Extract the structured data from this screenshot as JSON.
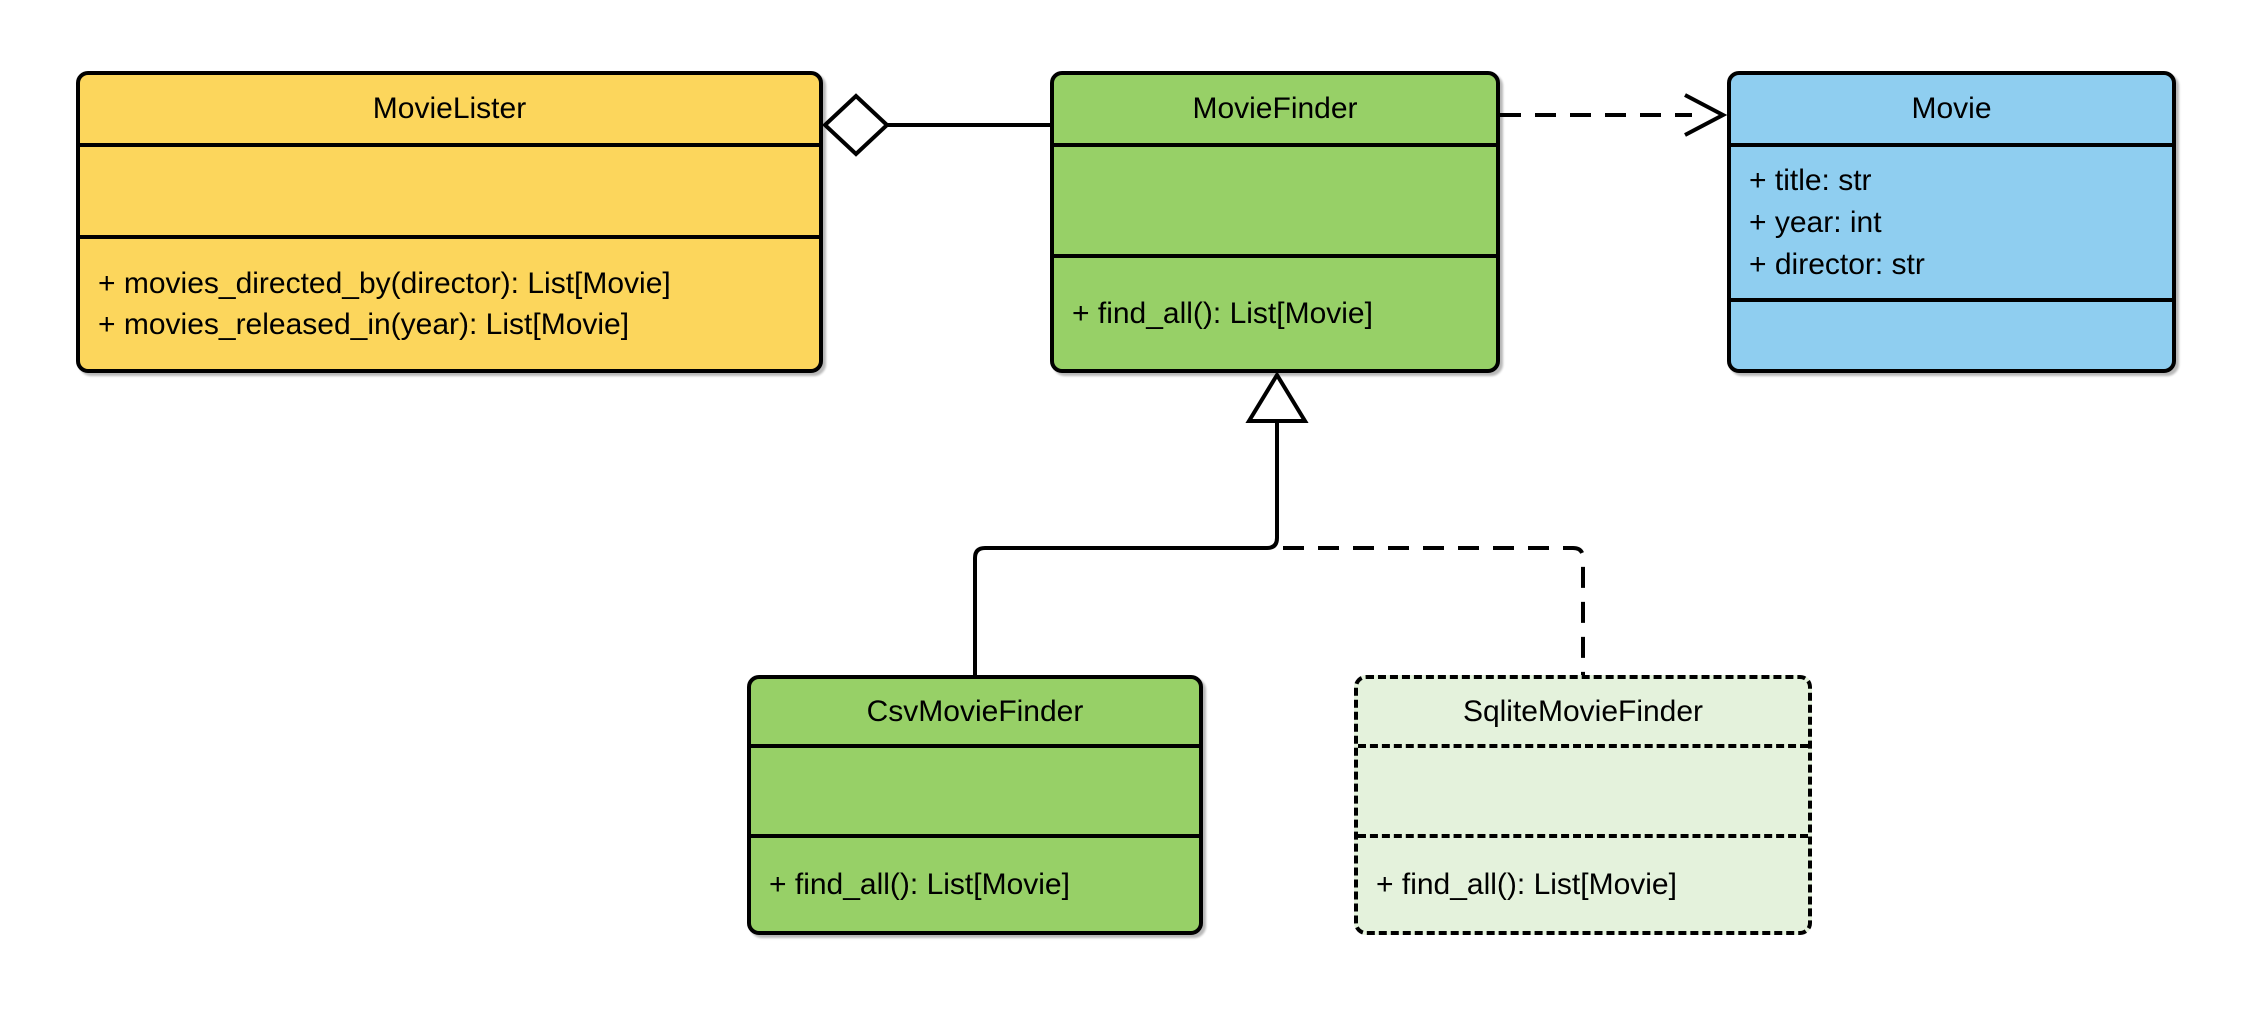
{
  "diagram": {
    "type": "uml-class-diagram",
    "background_color": "#ffffff",
    "stroke_color": "#000000",
    "classes": [
      {
        "name": "MovieLister",
        "fill_color": "#FCD65C",
        "border_style": "solid",
        "attributes": [],
        "methods": [
          "+ movies_directed_by(director): List[Movie]",
          "+ movies_released_in(year): List[Movie]"
        ]
      },
      {
        "name": "MovieFinder",
        "fill_color": "#97D067",
        "border_style": "solid",
        "attributes": [],
        "methods": [
          "+ find_all(): List[Movie]"
        ]
      },
      {
        "name": "Movie",
        "fill_color": "#8FCEF0",
        "border_style": "solid",
        "attributes": [
          "+ title: str",
          "+ year: int",
          "+ director: str"
        ],
        "methods": []
      },
      {
        "name": "CsvMovieFinder",
        "fill_color": "#97D067",
        "border_style": "solid",
        "attributes": [],
        "methods": [
          "+ find_all(): List[Movie]"
        ]
      },
      {
        "name": "SqliteMovieFinder",
        "fill_color": "#E4F2DC",
        "border_style": "dashed",
        "attributes": [],
        "methods": [
          "+ find_all(): List[Movie]"
        ]
      }
    ],
    "relationships": [
      {
        "type": "aggregation",
        "from": "MovieLister",
        "to": "MovieFinder",
        "line": "solid",
        "marker": "hollow-diamond"
      },
      {
        "type": "dependency",
        "from": "MovieFinder",
        "to": "Movie",
        "line": "dashed",
        "marker": "open-arrow"
      },
      {
        "type": "generalization",
        "from": "CsvMovieFinder",
        "to": "MovieFinder",
        "line": "solid",
        "marker": "hollow-triangle"
      },
      {
        "type": "generalization",
        "from": "SqliteMovieFinder",
        "to": "MovieFinder",
        "line": "dashed",
        "marker": "hollow-triangle"
      }
    ]
  }
}
